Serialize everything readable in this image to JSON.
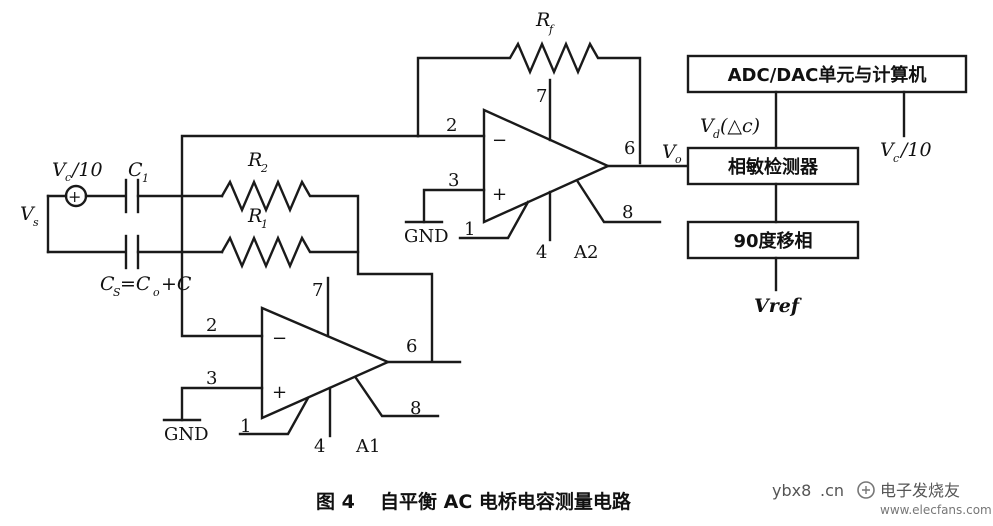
{
  "caption": {
    "figure_no": "图 4",
    "title": "自平衡 AC 电桥电容测量电路"
  },
  "blocks": {
    "adc_dac": "ADC/DAC单元与计算机",
    "phase_detector": "相敏检测器",
    "phase_shift": "90度移相"
  },
  "labels": {
    "rf": "R",
    "rf_sub": "f",
    "r2": "R",
    "r2_sub": "2",
    "r1": "R",
    "r1_sub": "1",
    "c1": "C",
    "c1_sub": "1",
    "source_main": "V",
    "source_sub": "c",
    "source_tail": "/10",
    "vs_main": "V",
    "vs_sub": "s",
    "cs_main": "C",
    "cs_sub": "S",
    "cs_mid": "=C",
    "cs_sub2": "o",
    "cs_tail": "+C",
    "vo_main": "V",
    "vo_sub": "o",
    "vd_main": "V",
    "vd_sub": "d",
    "vd_tail": "(△c)",
    "vc_main": "V",
    "vc_sub": "c",
    "vc_tail": "/10",
    "vref": "Vref",
    "source_plus": "+"
  },
  "opamps": {
    "a2": {
      "name": "A2",
      "minus": "−",
      "plus": "+",
      "pins": {
        "p1": "1",
        "p2": "2",
        "p3": "3",
        "p4": "4",
        "p6": "6",
        "p7": "7",
        "p8": "8"
      },
      "gnd": "GND"
    },
    "a1": {
      "name": "A1",
      "minus": "−",
      "plus": "+",
      "pins": {
        "p1": "1",
        "p2": "2",
        "p3": "3",
        "p4": "4",
        "p6": "6",
        "p7": "7",
        "p8": "8"
      },
      "gnd": "GND"
    }
  },
  "watermark": {
    "site": "ybx8",
    "site_dot": ".cn",
    "brand": "电子发烧友",
    "url": "www.elecfans.com"
  }
}
